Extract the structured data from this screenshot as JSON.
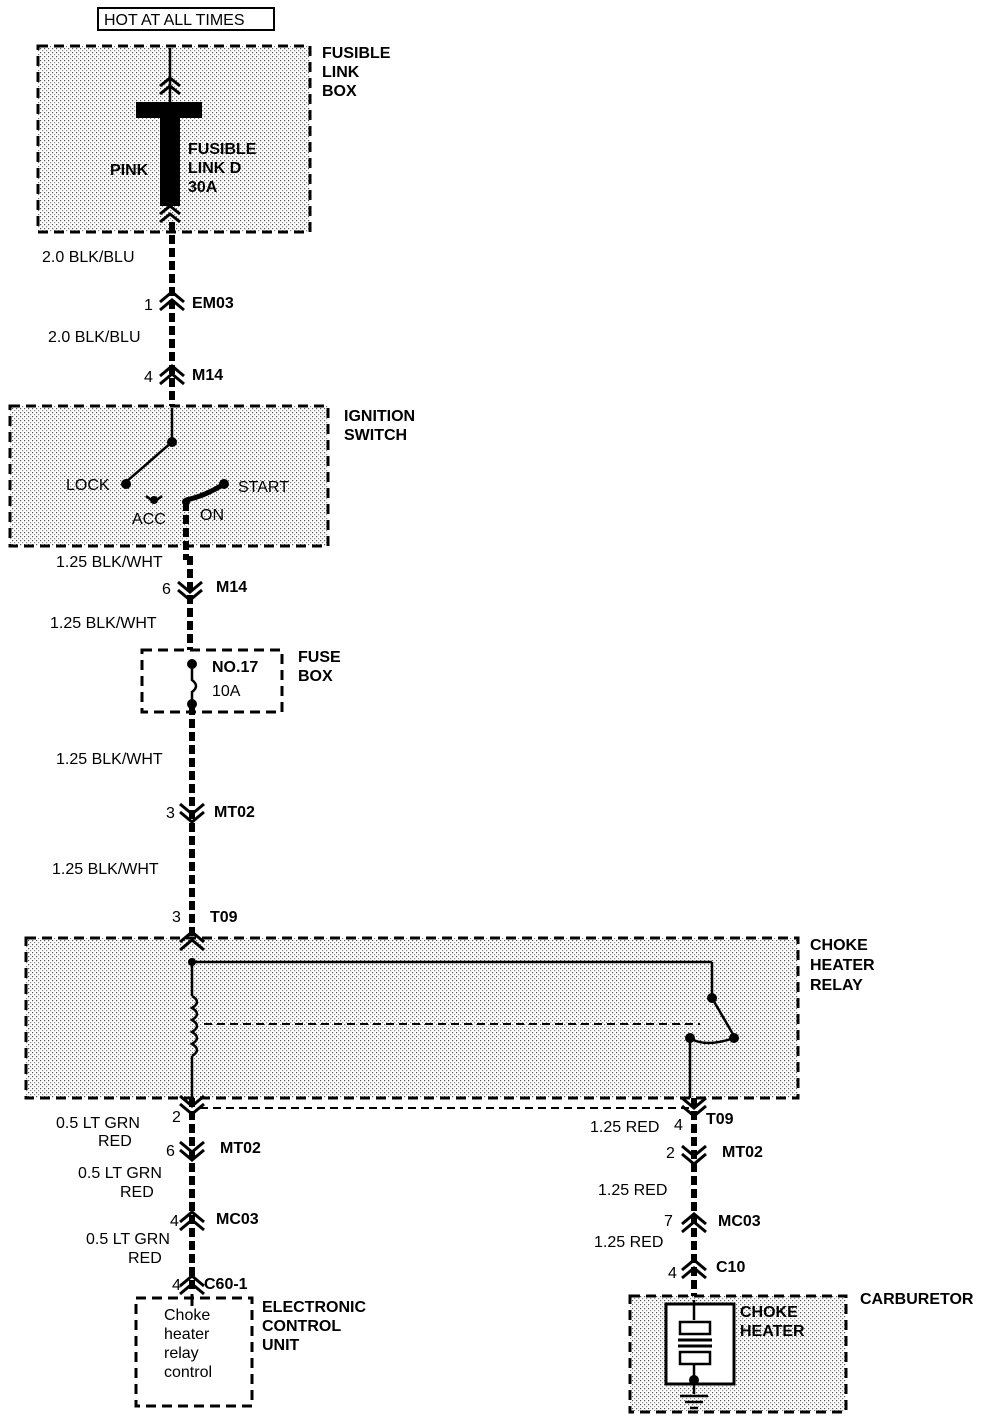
{
  "header": {
    "title": "HOT AT ALL TIMES"
  },
  "fusible_link_box": {
    "label_1": "FUSIBLE",
    "label_2": "LINK",
    "label_3": "BOX",
    "fuse_color": "PINK",
    "fuse_1": "FUSIBLE",
    "fuse_2": "LINK D",
    "fuse_3": "30A"
  },
  "wires": {
    "w1": "2.0 BLK/BLU",
    "w2": "2.0 BLK/BLU",
    "w3": "1.25 BLK/WHT",
    "w4": "1.25 BLK/WHT",
    "w5": "1.25 BLK/WHT",
    "w6": "1.25 BLK/WHT",
    "left_1a": "0.5 LT GRN",
    "left_1b": "RED",
    "left_2a": "0.5 LT GRN",
    "left_2b": "RED",
    "left_3a": "0.5 LT GRN",
    "left_3b": "RED",
    "right_1": "1.25 RED",
    "right_2": "1.25 RED",
    "right_3": "1.25 RED"
  },
  "connectors": {
    "c1_pin": "1",
    "c1_name": "EM03",
    "c2_pin": "4",
    "c2_name": "M14",
    "c3_pin": "6",
    "c3_name": "M14",
    "c4_pin": "3",
    "c4_name": "MT02",
    "c5_pin": "3",
    "c5_name": "T09",
    "l1_pin": "2",
    "l2_pin": "6",
    "l2_name": "MT02",
    "l3_pin": "4",
    "l3_name": "MC03",
    "l4_pin": "4",
    "l4_name": "C60-1",
    "r1_pin": "4",
    "r1_name": "T09",
    "r2_pin": "2",
    "r2_name": "MT02",
    "r3_pin": "7",
    "r3_name": "MC03",
    "r4_pin": "4",
    "r4_name": "C10"
  },
  "ignition_switch": {
    "label_1": "IGNITION",
    "label_2": "SWITCH",
    "lock": "LOCK",
    "acc": "ACC",
    "on": "ON",
    "start": "START"
  },
  "fuse_box": {
    "label_1": "FUSE",
    "label_2": "BOX",
    "fuse_no": "NO.17",
    "fuse_amp": "10A"
  },
  "relay": {
    "label_1": "CHOKE",
    "label_2": "HEATER",
    "label_3": "RELAY"
  },
  "ecu": {
    "label_1": "ELECTRONIC",
    "label_2": "CONTROL",
    "label_3": "UNIT",
    "inner_1": "Choke",
    "inner_2": "heater",
    "inner_3": "relay",
    "inner_4": "control"
  },
  "carburetor": {
    "label": "CARBURETOR",
    "heater_1": "CHOKE",
    "heater_2": "HEATER"
  }
}
